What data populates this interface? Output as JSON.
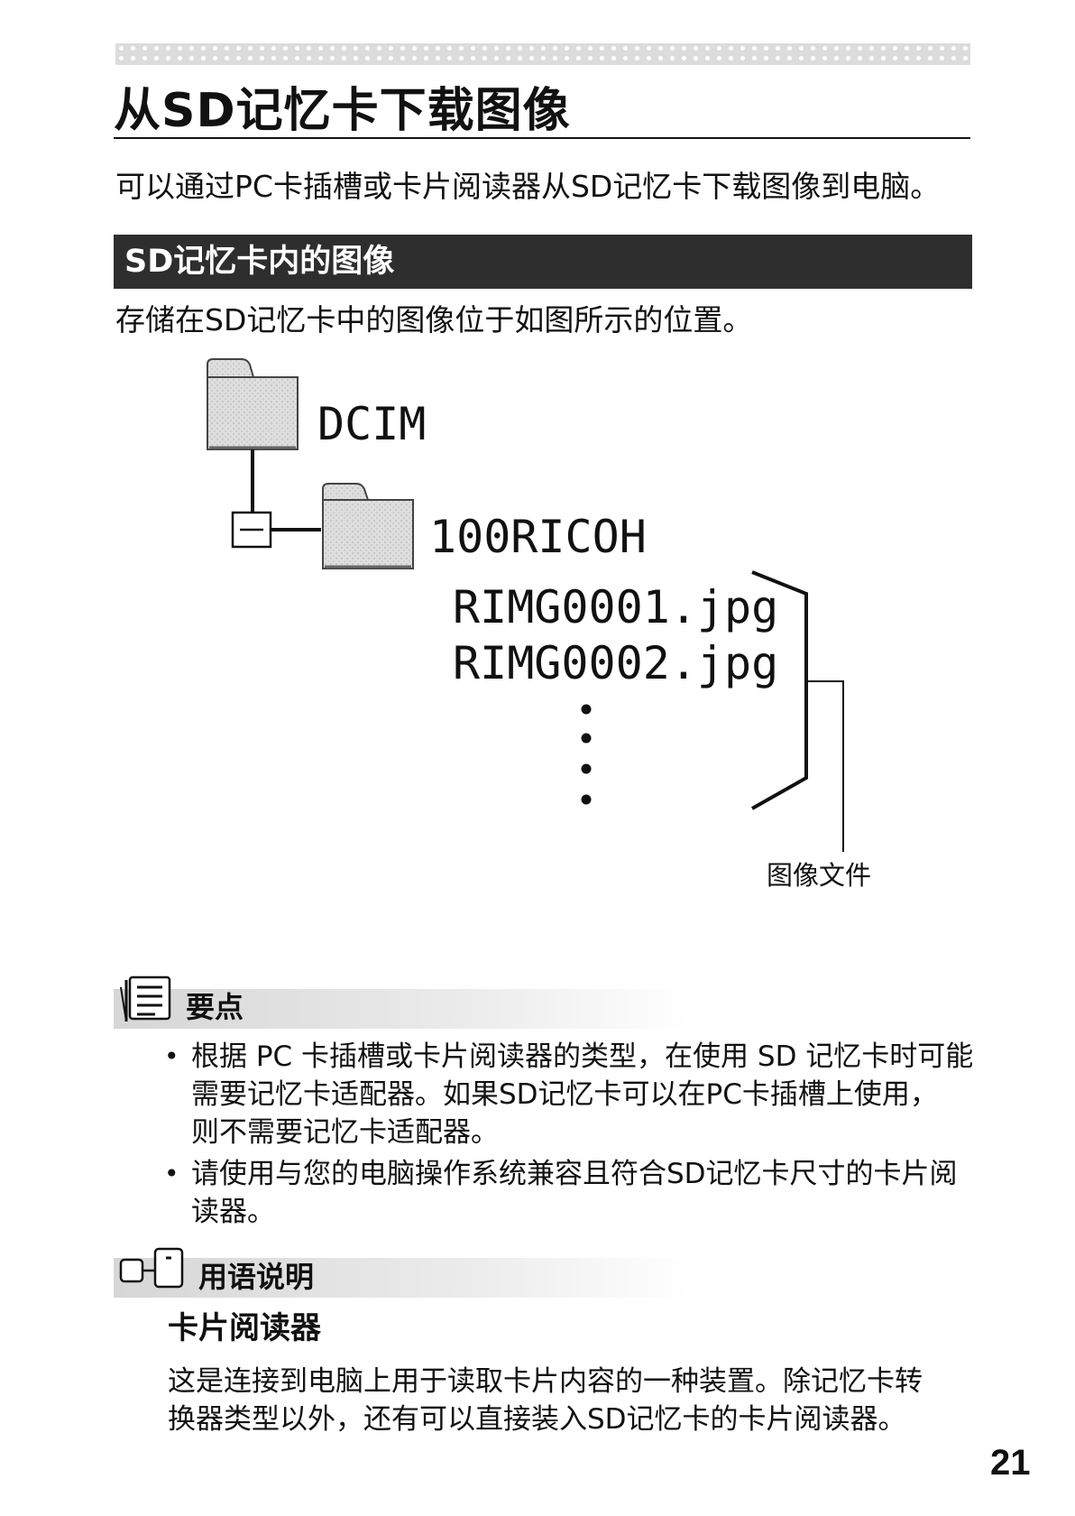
{
  "header": {
    "title": "从SD记忆卡下载图像",
    "intro": "可以通过PC卡插槽或卡片阅读器从SD记忆卡下载图像到电脑。"
  },
  "section": {
    "title": "SD记忆卡内的图像",
    "description": "存储在SD记忆卡中的图像位于如图所示的位置。"
  },
  "diagram": {
    "root_folder": "DCIM",
    "sub_folder": "100RICOH",
    "files": [
      "RIMG0001.jpg",
      "RIMG0002.jpg"
    ],
    "bracket_label": "图像文件"
  },
  "tips": {
    "label": "要点",
    "items": [
      [
        "根据 PC 卡插槽或卡片阅读器的类型，在使用 SD 记忆卡时可能",
        "需要记忆卡适配器。如果SD记忆卡可以在PC卡插槽上使用，",
        "则不需要记忆卡适配器。"
      ],
      [
        "请使用与您的电脑操作系统兼容且符合SD记忆卡尺寸的卡片阅",
        "读器。"
      ]
    ]
  },
  "glossary": {
    "label": "用语说明",
    "term": "卡片阅读器",
    "definition": [
      "这是连接到电脑上用于读取卡片内容的一种装置。除记忆卡转",
      "换器类型以外，还有可以直接装入SD记忆卡的卡片阅读器。"
    ]
  },
  "page_number": "21",
  "colors": {
    "section_bar": "#2e2e2e",
    "folder_fill": "#d9d9d9"
  }
}
